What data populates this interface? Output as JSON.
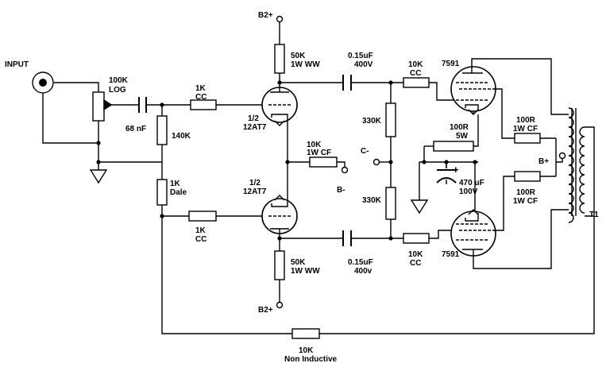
{
  "labels": {
    "input": "INPUT",
    "pot_value": "100K",
    "pot_taper": "LOG",
    "c_in": "68 nF",
    "r_grid_top_value": "1K",
    "r_grid_top_type": "CC",
    "r_140k": "140K",
    "r_1k_dale_value": "1K",
    "r_1k_dale_type": "Dale",
    "r_grid_bot_value": "1K",
    "r_grid_bot_type": "CC",
    "tube_top_half": "1/2",
    "tube_top_type": "12AT7",
    "tube_bot_half": "1/2",
    "tube_bot_type": "12AT7",
    "b2_top": "B2+",
    "b2_bot": "B2+",
    "r_plate_top_value": "50K",
    "r_plate_top_type": "1W WW",
    "r_plate_bot_value": "50K",
    "r_plate_bot_type": "1W WW",
    "r_tail_value": "10K",
    "r_tail_type": "1W CF",
    "b_minus": "B-",
    "c_top_value": "0.15uF",
    "c_top_voltage": "400V",
    "c_bot_value": "0.15uF",
    "c_bot_voltage": "400v",
    "r_330k_top": "330K",
    "r_330k_bot": "330K",
    "c_minus": "C-",
    "r_grid_out_top_value": "10K",
    "r_grid_out_top_type": "CC",
    "r_grid_out_bot_value": "10K",
    "r_grid_out_bot_type": "CC",
    "tube_out_top": "7591",
    "tube_out_bot": "7591",
    "r_100r_5w_value": "100R",
    "r_100r_5w_rating": "5W",
    "c_470_value": "470 uF",
    "c_470_voltage": "100V",
    "c_470_polarity": "+",
    "r_screen_top_value": "100R",
    "r_screen_top_type": "1W CF",
    "r_screen_bot_value": "100R",
    "r_screen_bot_type": "1W CF",
    "b_plus": "B+",
    "transformer": "T1",
    "r_feedback_value": "10K",
    "r_feedback_type": "Non Inductive"
  }
}
